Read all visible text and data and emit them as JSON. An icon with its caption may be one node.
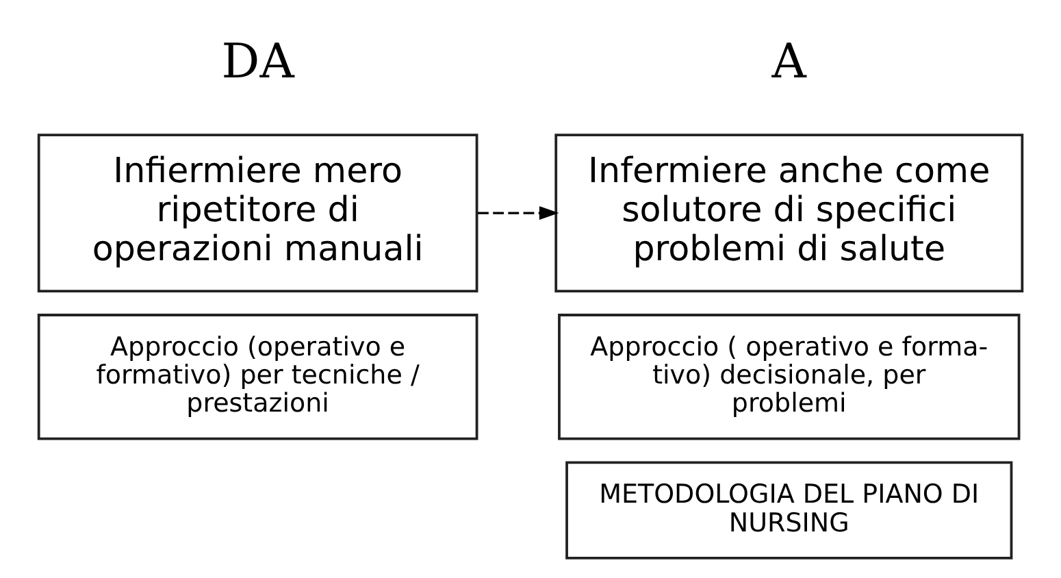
{
  "diagram": {
    "nodes": [
      {
        "text": [
          "Infiermiere mero ripetitore di operazioni manuali"
        ]
      },
      {
        "text": [
          "Infermiere anche come solutore di specifici problemi di salute"
        ]
      },
      {
        "text": [
          "Approccio (operativo e formativo) per tecniche / prestazioni"
        ]
      },
      {
        "text": [
          "Approccio ( operativo e forma- tivo) decisionale, per problemi"
        ]
      },
      {
        "text": [
          "METODOLOGIA DEL PIANO DI NURSING"
        ]
      }
    ],
    "edges": [
      {
        "from": 0,
        "to": 1,
        "arrow": "to",
        "style": "dashed"
      }
    ],
    "labels": [
      "DA",
      "A"
    ]
  }
}
